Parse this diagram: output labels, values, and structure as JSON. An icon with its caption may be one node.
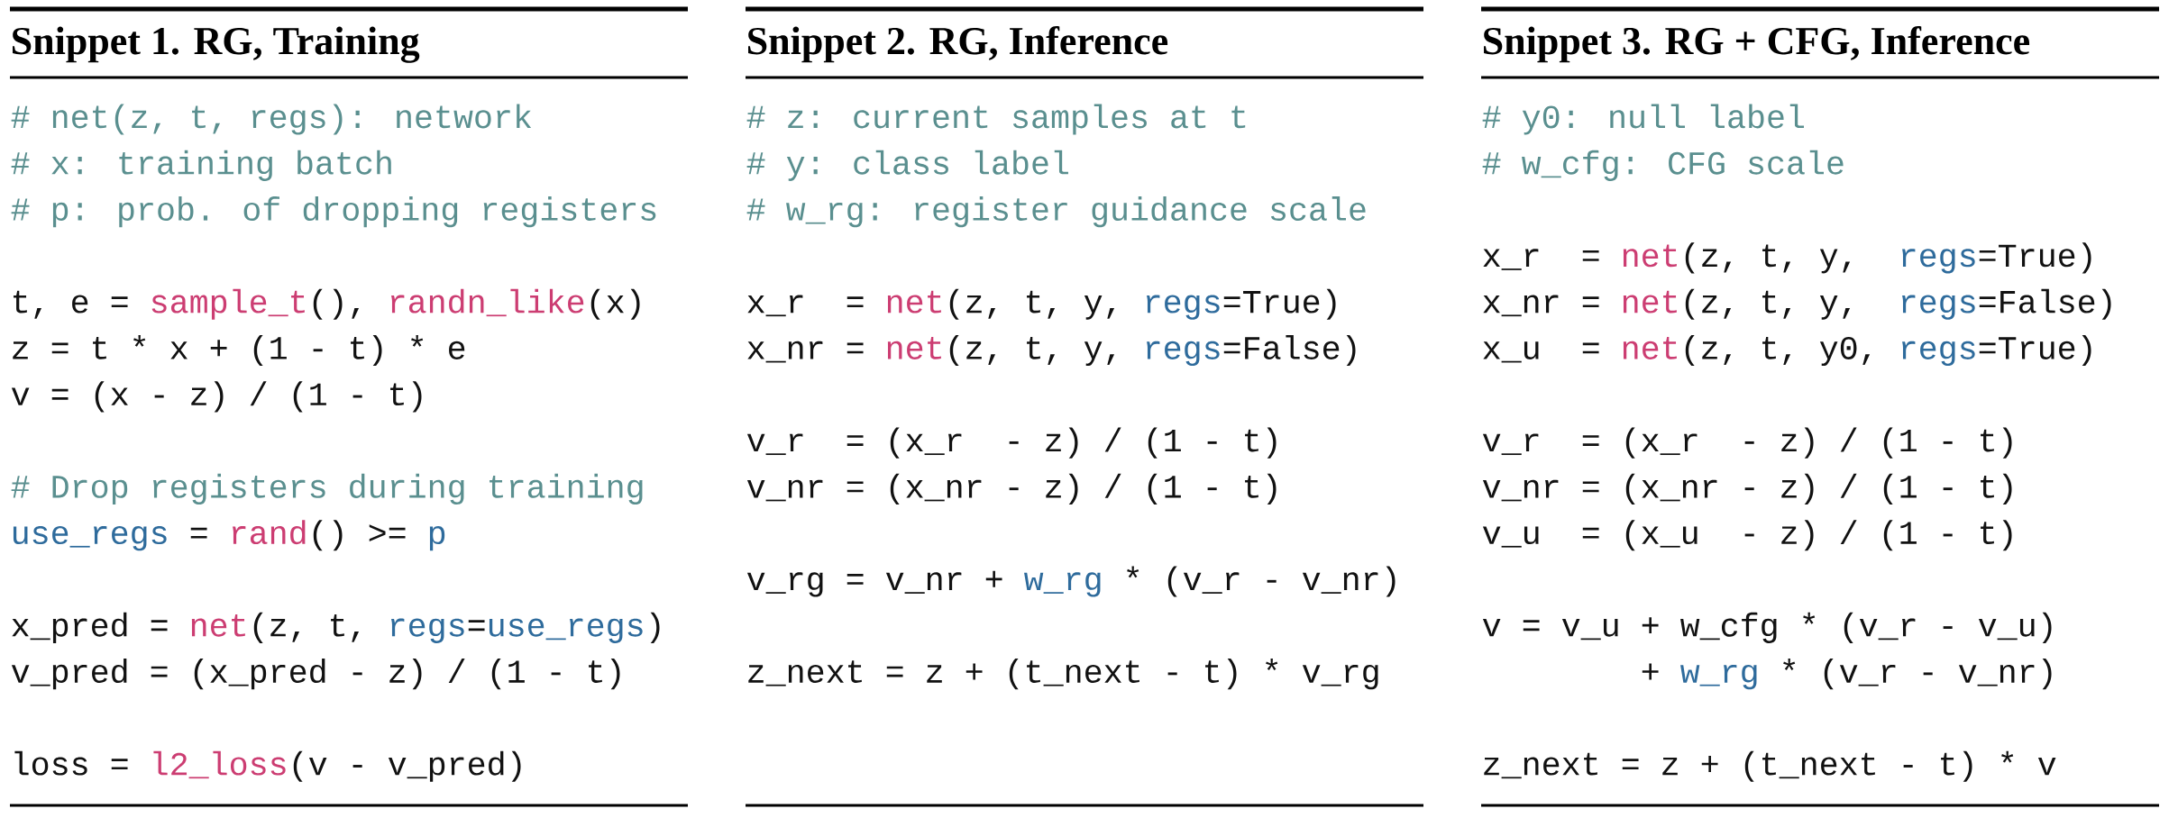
{
  "diagram": {
    "labels": [
      "Snippet 1. RG, Training",
      "# net(z, t, regs): network",
      "# x: training batch",
      "# p: prob. of dropping registers",
      "t, e =",
      "sample_t",
      "(),",
      "randn_like",
      "(x)",
      "z = t * x + (1 - t) * e",
      "v = (x - z) / (1 - t)",
      "# Drop registers during training",
      "use_regs",
      "=",
      "rand",
      "() >=",
      "p",
      "x_pred =",
      "net",
      "(z, t,",
      "regs",
      "=",
      "use_regs",
      ")",
      "v_pred = (x_pred - z) / (1 - t)",
      "loss =",
      "l2_loss",
      "(v - v_pred)",
      "Snippet 2. RG, Inference",
      "# z: current samples at t",
      "# y: class label",
      "# w_rg: register guidance scale",
      "x_r",
      "=",
      "net",
      "(z, t, y,",
      "regs",
      "=True)",
      "x_nr =",
      "net",
      "(z, t, y,",
      "regs",
      "=False)",
      "v_r",
      "= (x_r",
      "- z) / (1 - t)",
      "v_nr = (x_nr - z) / (1 - t)",
      "v_rg = v_nr +",
      "w_rg",
      "* (v_r - v_nr)",
      "z_next = z + (t_next - t) * v_rg",
      "Snippet 3. RG + CFG, Inference",
      "# y0: null label",
      "# w_cfg: CFG scale",
      "x_r",
      "=",
      "net",
      "(z, t, y,",
      "regs",
      "=True)",
      "x_nr =",
      "net",
      "(z, t, y,",
      "regs",
      "=False)",
      "x_u",
      "=",
      "net",
      "(z, t, y0,",
      "regs",
      "=True)",
      "v_r",
      "= (x_r",
      "- z) / (1 - t)",
      "v_nr = (x_nr - z) / (1 - t)",
      "v_u",
      "= (x_u",
      "- z) / (1 - t)",
      "v = v_u + w_cfg * (v_r - v_u)",
      "+",
      "w_rg",
      "* (v_r - v_nr)",
      "z_next = z + (t_next - t) * v"
    ]
  }
}
